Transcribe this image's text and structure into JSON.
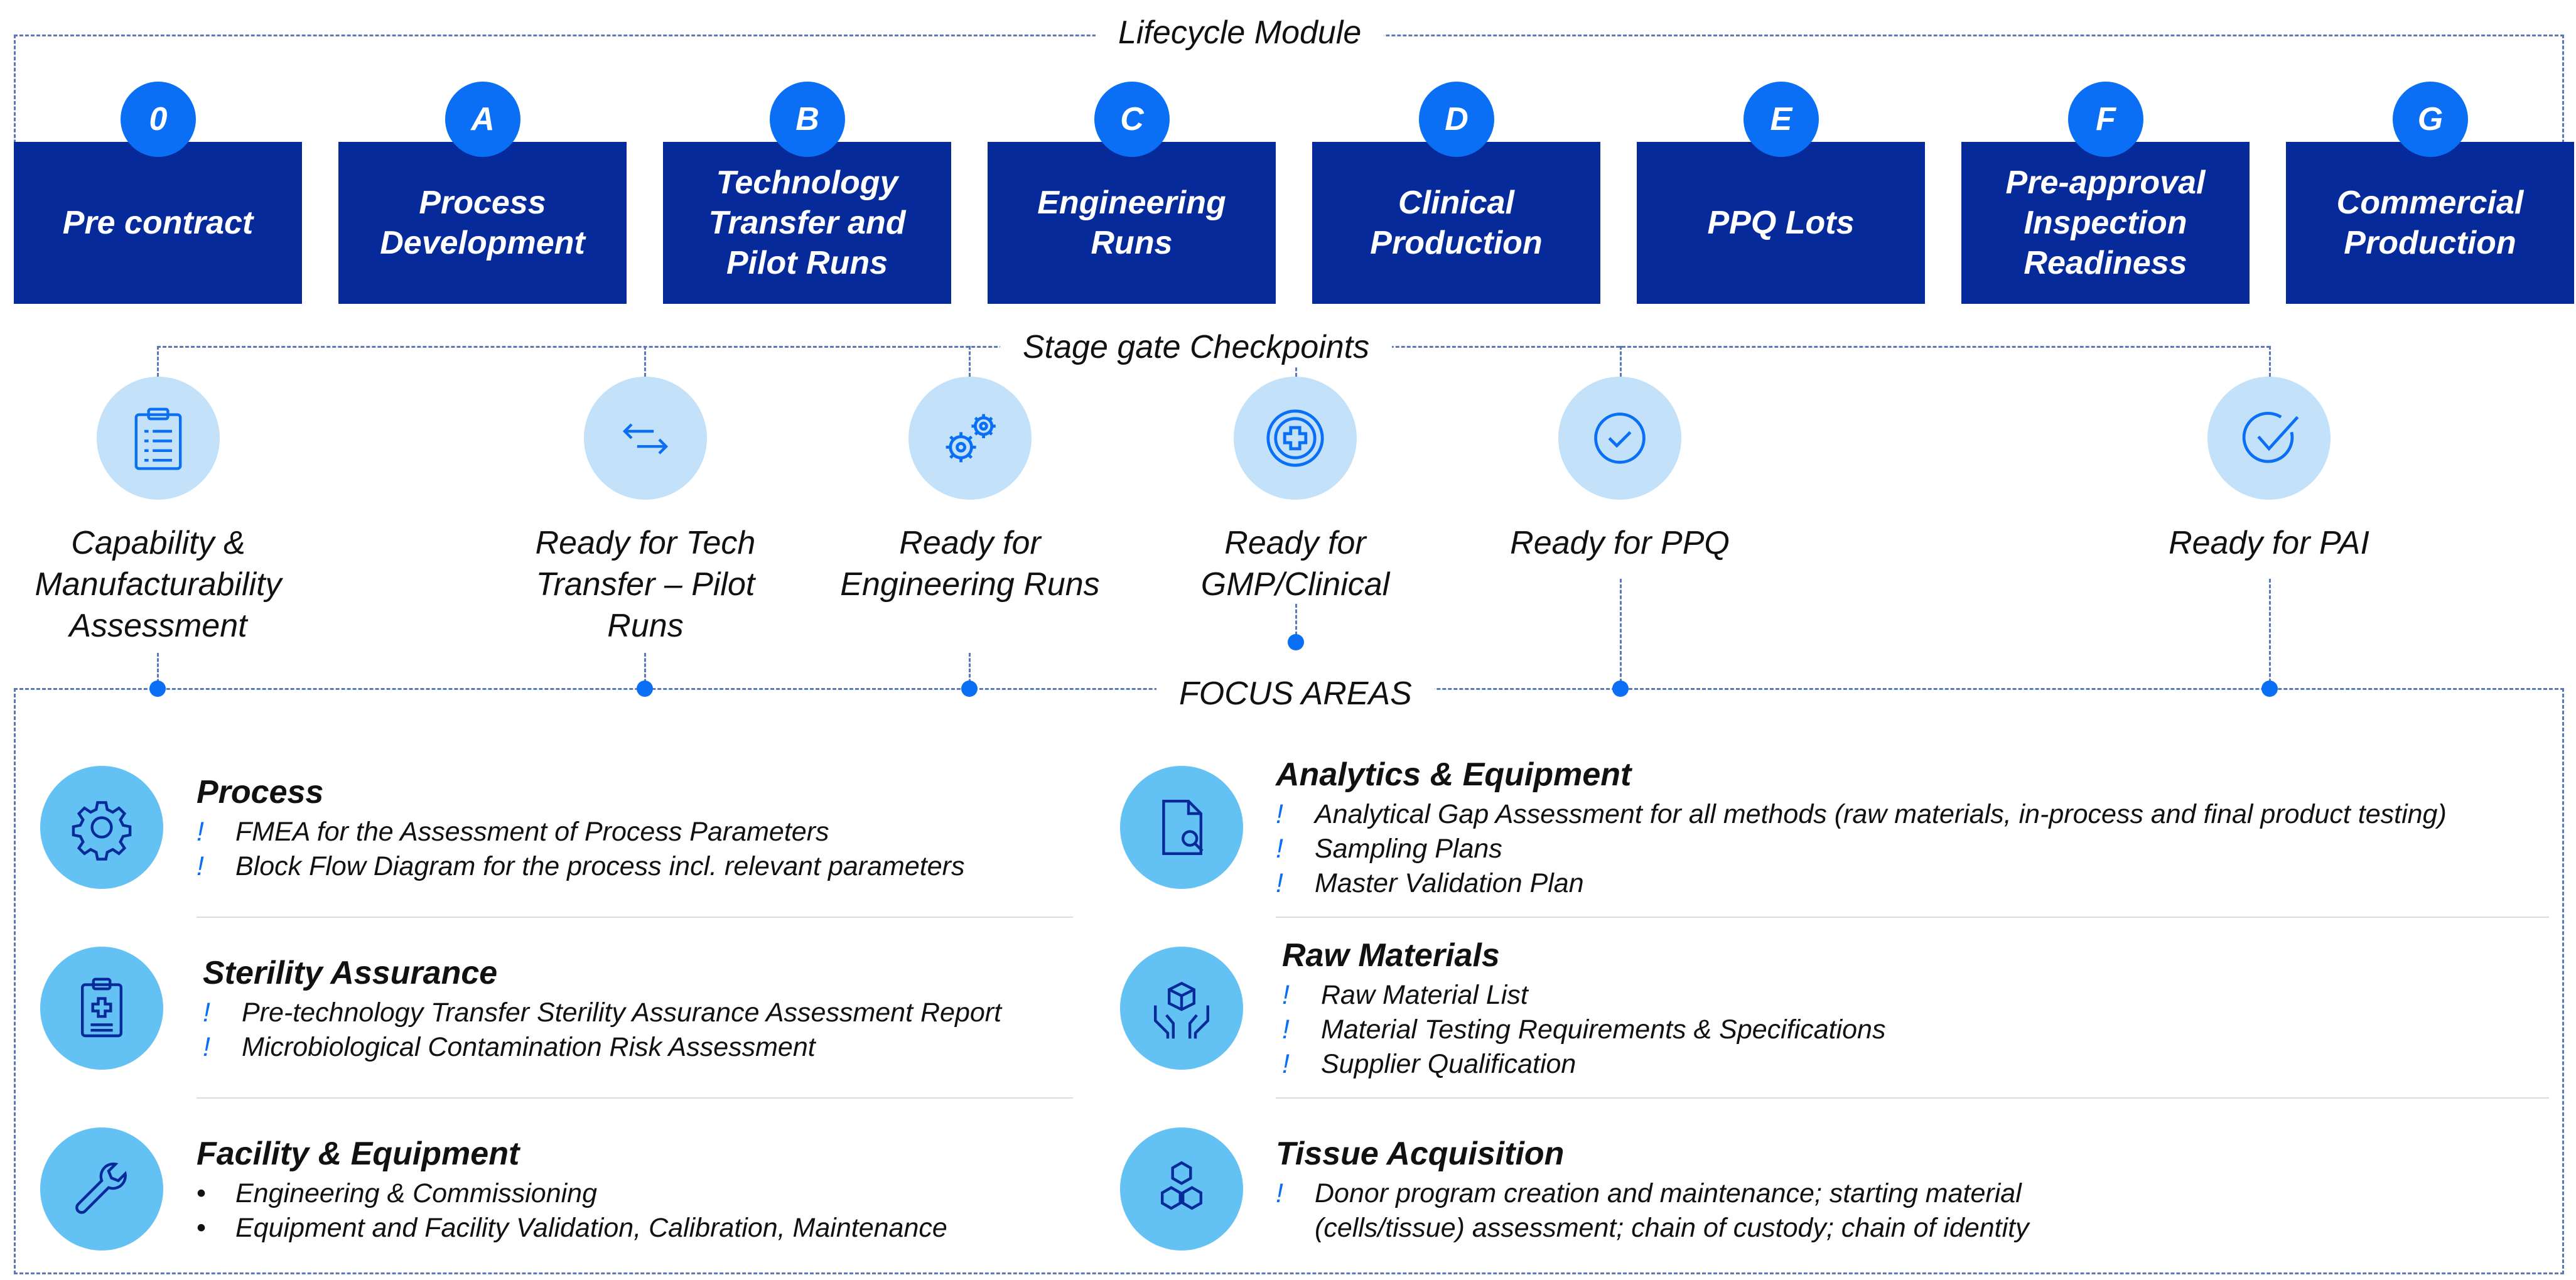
{
  "lifecycle": {
    "title": "Lifecycle Module",
    "stages": [
      {
        "badge": "0",
        "label": "Pre contract"
      },
      {
        "badge": "A",
        "label": "Process Development"
      },
      {
        "badge": "B",
        "label": "Technology Transfer and Pilot Runs"
      },
      {
        "badge": "C",
        "label": "Engineering Runs"
      },
      {
        "badge": "D",
        "label": "Clinical Production"
      },
      {
        "badge": "E",
        "label": "PPQ Lots"
      },
      {
        "badge": "F",
        "label": "Pre-approval Inspection Readiness"
      },
      {
        "badge": "G",
        "label": "Commercial Production"
      }
    ]
  },
  "checkpoints": {
    "title": "Stage gate Checkpoints",
    "items": [
      {
        "icon": "clipboard-list-icon",
        "label": "Capability & Manufacturability Assessment"
      },
      {
        "icon": "transfer-arrows-icon",
        "label": "Ready for Tech Transfer – Pilot Runs"
      },
      {
        "icon": "gears-icon",
        "label": "Ready for Engineering Runs"
      },
      {
        "icon": "medical-cross-icon",
        "label": "Ready for GMP/Clinical"
      },
      {
        "icon": "check-circle-icon",
        "label": "Ready for PPQ"
      },
      {
        "icon": "checkmark-circle-icon",
        "label": "Ready for PAI"
      }
    ]
  },
  "focus": {
    "title": "FOCUS AREAS",
    "areas": [
      {
        "icon": "gear-icon",
        "title": "Process",
        "bullet": "!",
        "items": [
          "FMEA for the Assessment of Process Parameters",
          "Block Flow Diagram for the process incl. relevant parameters"
        ]
      },
      {
        "icon": "clipboard-medical-icon",
        "title": "Sterility Assurance",
        "bullet": "!",
        "items": [
          "Pre-technology Transfer Sterility Assurance Assessment Report",
          "Microbiological Contamination Risk Assessment"
        ]
      },
      {
        "icon": "wrench-icon",
        "title": "Facility & Equipment",
        "bullet": "•",
        "items": [
          "Engineering & Commissioning",
          "Equipment and Facility Validation, Calibration, Maintenance"
        ]
      },
      {
        "icon": "document-search-icon",
        "title": "Analytics & Equipment",
        "bullet": "!",
        "items": [
          "Analytical Gap Assessment for all methods (raw materials, in-process and final product testing)",
          "Sampling Plans",
          "Master Validation Plan"
        ]
      },
      {
        "icon": "hands-box-icon",
        "title": "Raw Materials",
        "bullet": "!",
        "items": [
          "Raw Material List",
          "Material Testing Requirements & Specifications",
          "Supplier Qualification"
        ]
      },
      {
        "icon": "hexagons-icon",
        "title": "Tissue Acquisition",
        "bullet": "!",
        "items": [
          "Donor program creation and maintenance; starting material",
          "(cells/tissue) assessment; chain of custody; chain of identity"
        ]
      }
    ]
  },
  "colors": {
    "stage_box": "#062a9a",
    "badge": "#0a6ff5",
    "checkpoint_circle": "#c3e2fa",
    "focus_circle": "#64c1f4",
    "dashed_line": "#5b78b8"
  }
}
